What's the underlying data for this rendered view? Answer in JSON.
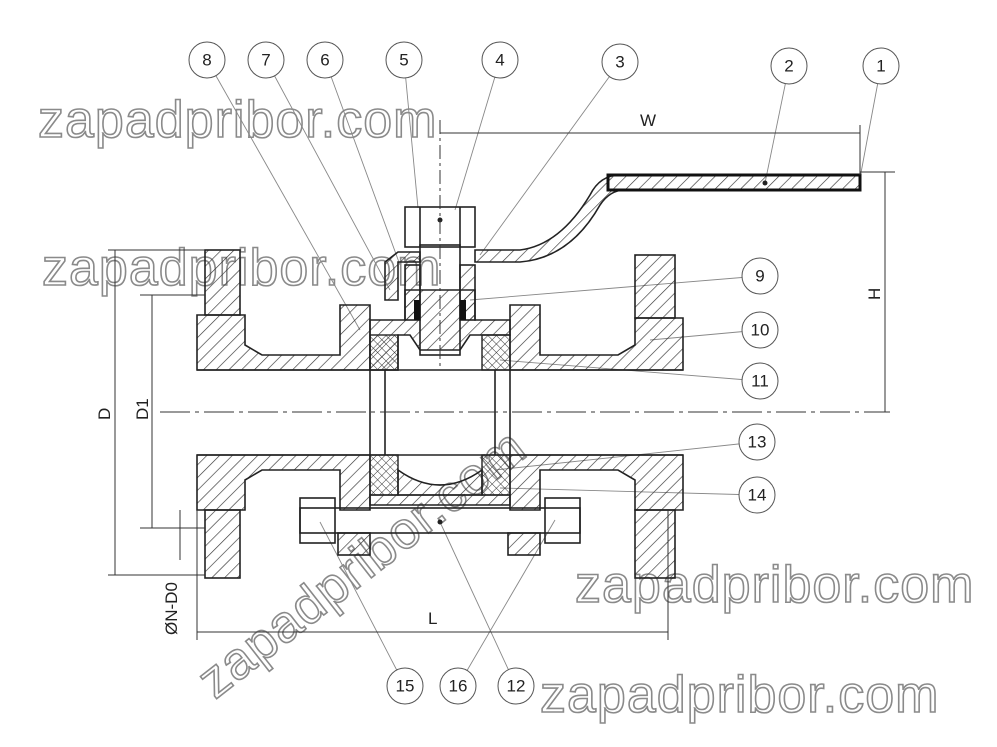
{
  "drawing": {
    "title": "Ball valve flanged – sectional drawing",
    "callouts": [
      "1",
      "2",
      "3",
      "4",
      "5",
      "6",
      "7",
      "8",
      "9",
      "10",
      "11",
      "12",
      "13",
      "14",
      "15",
      "16"
    ],
    "dimensions": {
      "W": "W",
      "H": "H",
      "D": "D",
      "D1": "D1",
      "L": "L",
      "bolt": "ØN-D0"
    },
    "watermark": "zapadpribor.com"
  },
  "colors": {
    "line": "#222222",
    "leader": "#888888",
    "watermark_stroke": "#8a8a8a"
  }
}
